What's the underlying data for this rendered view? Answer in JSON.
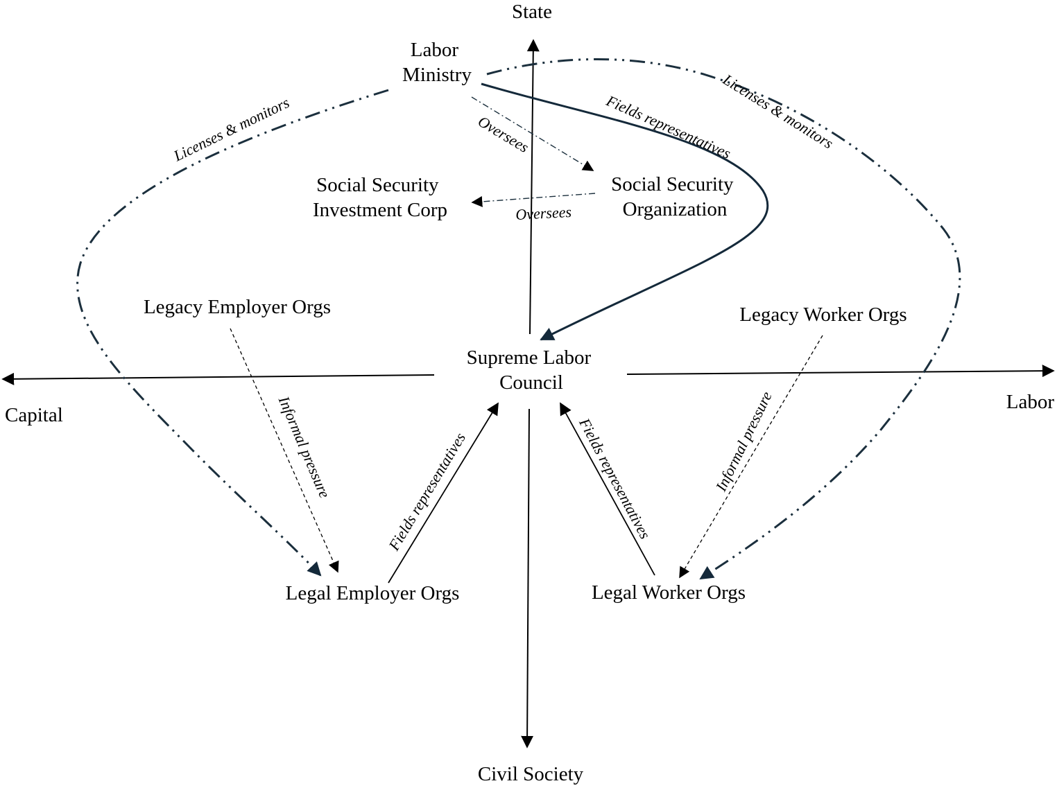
{
  "axes": {
    "top": "State",
    "bottom": "Civil Society",
    "left": "Capital",
    "right": "Labor"
  },
  "nodes": {
    "labor_ministry": [
      "Labor",
      "Ministry"
    ],
    "ss_investment_corp": [
      "Social Security",
      "Investment Corp"
    ],
    "ss_organization": [
      "Social Security",
      "Organization"
    ],
    "supreme_labor_council": [
      "Supreme Labor",
      "Council"
    ],
    "legacy_employer_orgs": "Legacy Employer Orgs",
    "legacy_worker_orgs": "Legacy Worker Orgs",
    "legal_employer_orgs": "Legal Employer Orgs",
    "legal_worker_orgs": "Legal Worker Orgs"
  },
  "edge_labels": {
    "ministry_licenses_left": "Licenses & monitors",
    "ministry_licenses_right": "Licenses & monitors",
    "ministry_oversees_sso": "Oversees",
    "sso_oversees_ssic": "Oversees",
    "ministry_fields_council": "Fields representatives",
    "legacy_employer_pressure": "Informal pressure",
    "legacy_worker_pressure": "Informal pressure",
    "employer_fields_council": "Fields representatives",
    "worker_fields_council": "Fields representatives"
  },
  "colors": {
    "ink": "#000000",
    "navy": "#1b2f3d"
  }
}
